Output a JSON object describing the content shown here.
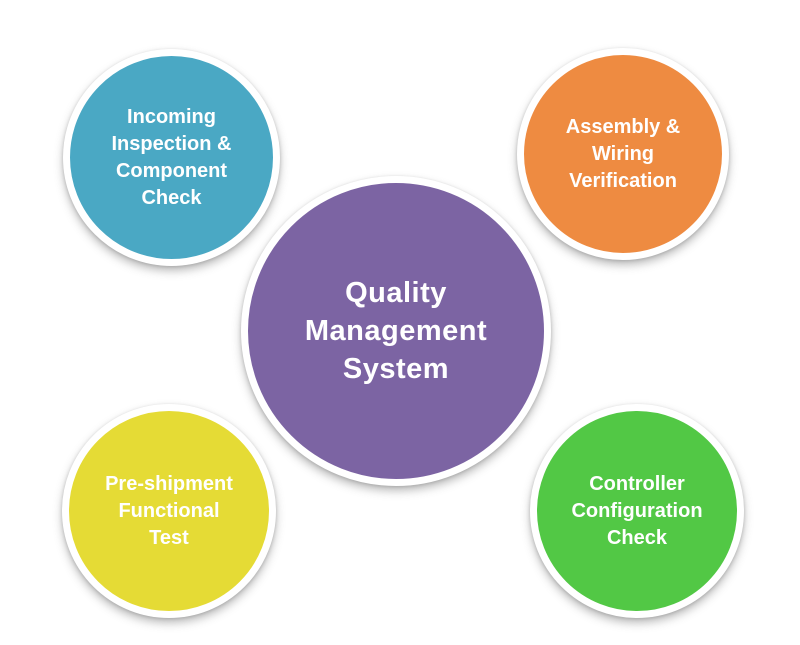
{
  "diagram": {
    "title": "Quality Management System",
    "background_color": "#ffffff",
    "text_color": "#ffffff",
    "center": {
      "id": "quality-management-system",
      "label": "Quality Management System",
      "lines": [
        "Quality",
        "Management",
        "System"
      ],
      "color": "#7c64a3"
    },
    "nodes": [
      {
        "id": "incoming-inspection",
        "label": "Incoming Inspection & Component Check",
        "lines": [
          "Incoming",
          "Inspection &",
          "Component",
          "Check"
        ],
        "color": "#4aa8c4",
        "position": "top-left"
      },
      {
        "id": "assembly-wiring",
        "label": "Assembly & Wiring Verification",
        "lines": [
          "Assembly &",
          "Wiring",
          "Verification"
        ],
        "color": "#ee8b41",
        "position": "top-right"
      },
      {
        "id": "pre-shipment",
        "label": "Pre-shipment Functional Test",
        "lines": [
          "Pre-shipment",
          "Functional",
          "Test"
        ],
        "color": "#e5db35",
        "position": "bottom-left"
      },
      {
        "id": "controller-configuration",
        "label": "Controller Configuration Check",
        "lines": [
          "Controller",
          "Configuration",
          "Check"
        ],
        "color": "#52c845",
        "position": "bottom-right"
      }
    ]
  }
}
